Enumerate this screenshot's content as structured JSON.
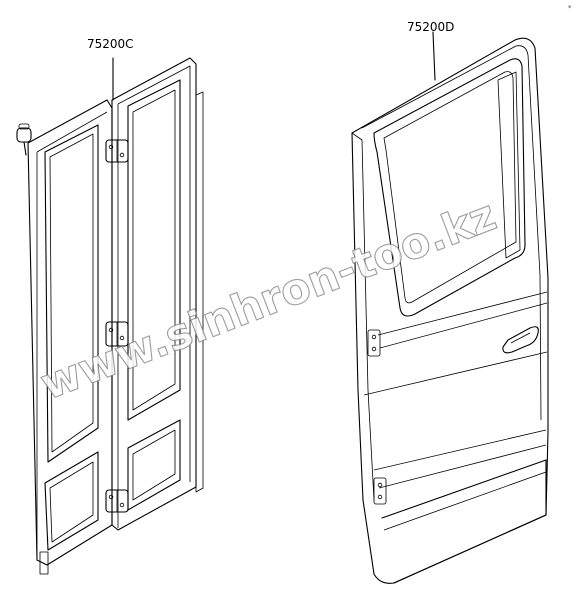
{
  "labels": {
    "left_part_code": "75200C",
    "right_part_code": "75200D"
  },
  "watermark": {
    "text": "www.sinhron-too.kz"
  },
  "corner_mark": "*"
}
